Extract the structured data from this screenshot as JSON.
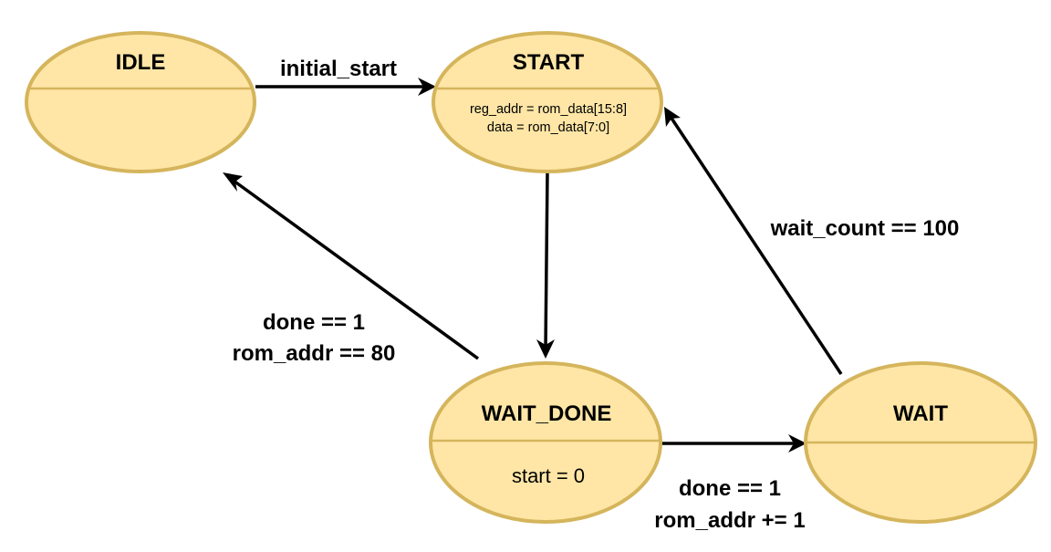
{
  "states": {
    "idle": {
      "name": "IDLE",
      "actions": []
    },
    "start": {
      "name": "START",
      "actions": [
        "reg_addr = rom_data[15:8]",
        "data = rom_data[7:0]"
      ]
    },
    "wait_done": {
      "name": "WAIT_DONE",
      "actions": [
        "start = 0"
      ]
    },
    "wait": {
      "name": "WAIT",
      "actions": []
    }
  },
  "transitions": {
    "idle_to_start": {
      "from": "IDLE",
      "to": "START",
      "label": [
        "initial_start"
      ]
    },
    "start_to_wait_done": {
      "from": "START",
      "to": "WAIT_DONE",
      "label": []
    },
    "wait_done_to_idle": {
      "from": "WAIT_DONE",
      "to": "IDLE",
      "label": [
        "done == 1",
        "rom_addr == 80"
      ]
    },
    "wait_done_to_wait": {
      "from": "WAIT_DONE",
      "to": "WAIT",
      "label": [
        "done == 1",
        "rom_addr += 1"
      ]
    },
    "wait_to_start": {
      "from": "WAIT",
      "to": "START",
      "label": [
        "wait_count == 100"
      ]
    }
  },
  "colors": {
    "state_fill": "#ffe6a6",
    "state_stroke": "#d5b55c",
    "edge": "#000000"
  }
}
